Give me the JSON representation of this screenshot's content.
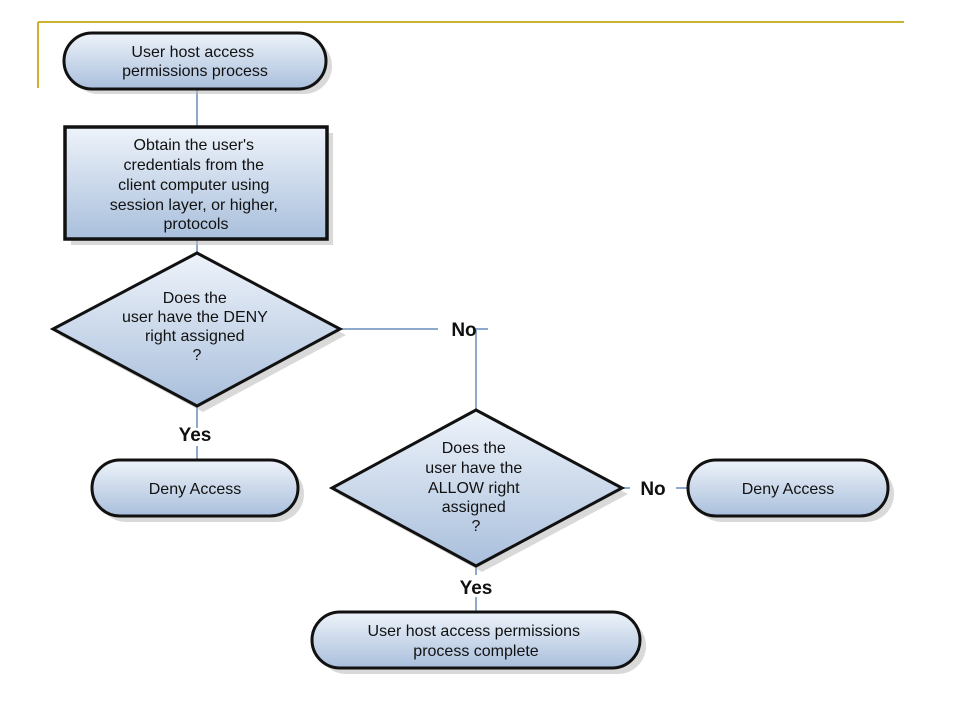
{
  "colors": {
    "slide_rule": "#c8b432",
    "node_fill_light": "#eef3fa",
    "node_fill_dark": "#a9bfdc",
    "node_stroke": "#111111",
    "connector": "#8fa9cc",
    "shadow": "#b9b9b9"
  },
  "flowchart": {
    "start": [
      "User host access",
      "permissions process"
    ],
    "obtain": [
      "Obtain the user's",
      "credentials from the",
      "client computer using",
      "session layer, or higher,",
      "protocols"
    ],
    "decision_deny": [
      "Does the",
      "user have the DENY",
      "right assigned",
      "?"
    ],
    "deny_access_1": [
      "Deny Access"
    ],
    "decision_allow": [
      "Does the",
      "user have the",
      "ALLOW right",
      "assigned",
      "?"
    ],
    "deny_access_2": [
      "Deny Access"
    ],
    "complete": [
      "User host access permissions",
      "process complete"
    ],
    "labels": {
      "deny_no": "No",
      "deny_yes": "Yes",
      "allow_no": "No",
      "allow_yes": "Yes"
    }
  }
}
